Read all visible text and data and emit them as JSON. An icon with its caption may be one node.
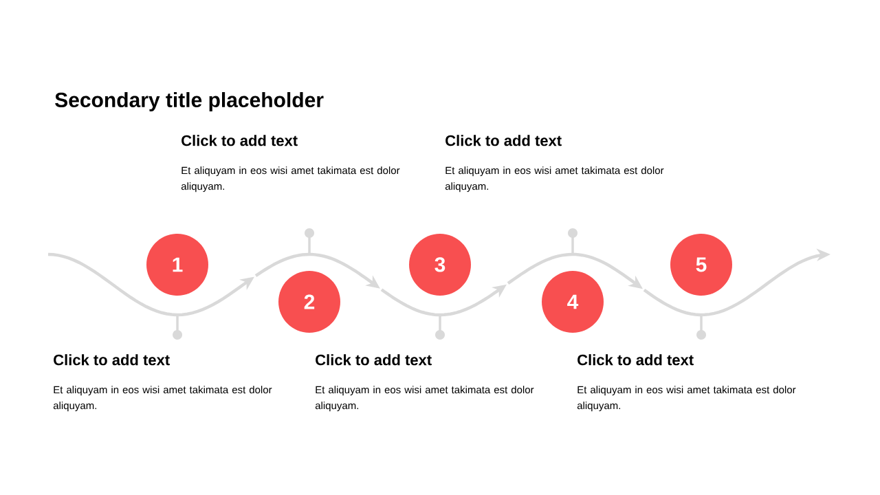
{
  "diagram": {
    "title": "Secondary title placeholder",
    "nodes": [
      {
        "text": [
          "1"
        ],
        "beside": [
          "Click to add text",
          "Et aliquyam in eos wisi amet takimata est dolor aliquyam."
        ]
      },
      {
        "text": [
          "2"
        ],
        "beside": [
          "Click to add text",
          "Et aliquyam in eos wisi amet takimata est dolor aliquyam."
        ]
      },
      {
        "text": [
          "3"
        ],
        "beside": [
          "Click to add text",
          "Et aliquyam in eos wisi amet takimata est dolor aliquyam."
        ]
      },
      {
        "text": [
          "4"
        ],
        "beside": [
          "Click to add text",
          "Et aliquyam in eos wisi amet takimata est dolor aliquyam."
        ]
      },
      {
        "text": [
          "5"
        ],
        "beside": [
          "Click to add text",
          "Et aliquyam in eos wisi amet takimata est dolor aliquyam."
        ]
      }
    ]
  }
}
